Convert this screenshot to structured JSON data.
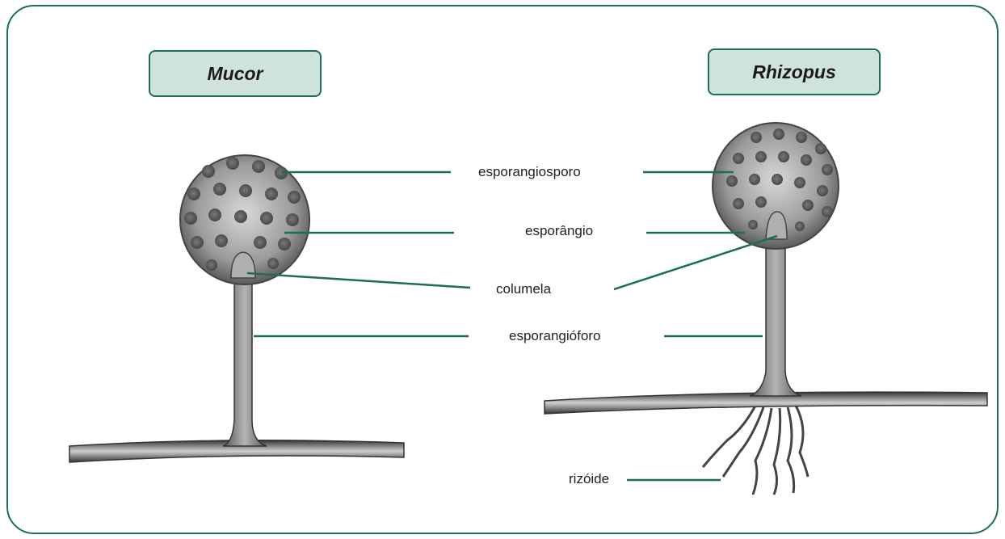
{
  "titles": {
    "left": "Mucor",
    "right": "Rhizopus"
  },
  "labels": {
    "sporangiospore": "esporangiosporo",
    "sporangium": "esporângio",
    "columella": "columela",
    "sporangiophore": "esporangióforo",
    "rhizoid": "rizóide"
  },
  "colors": {
    "frame": "#1a6e5e",
    "title_fill": "#cfe3dd",
    "leader_line": "#1a6e5e"
  }
}
